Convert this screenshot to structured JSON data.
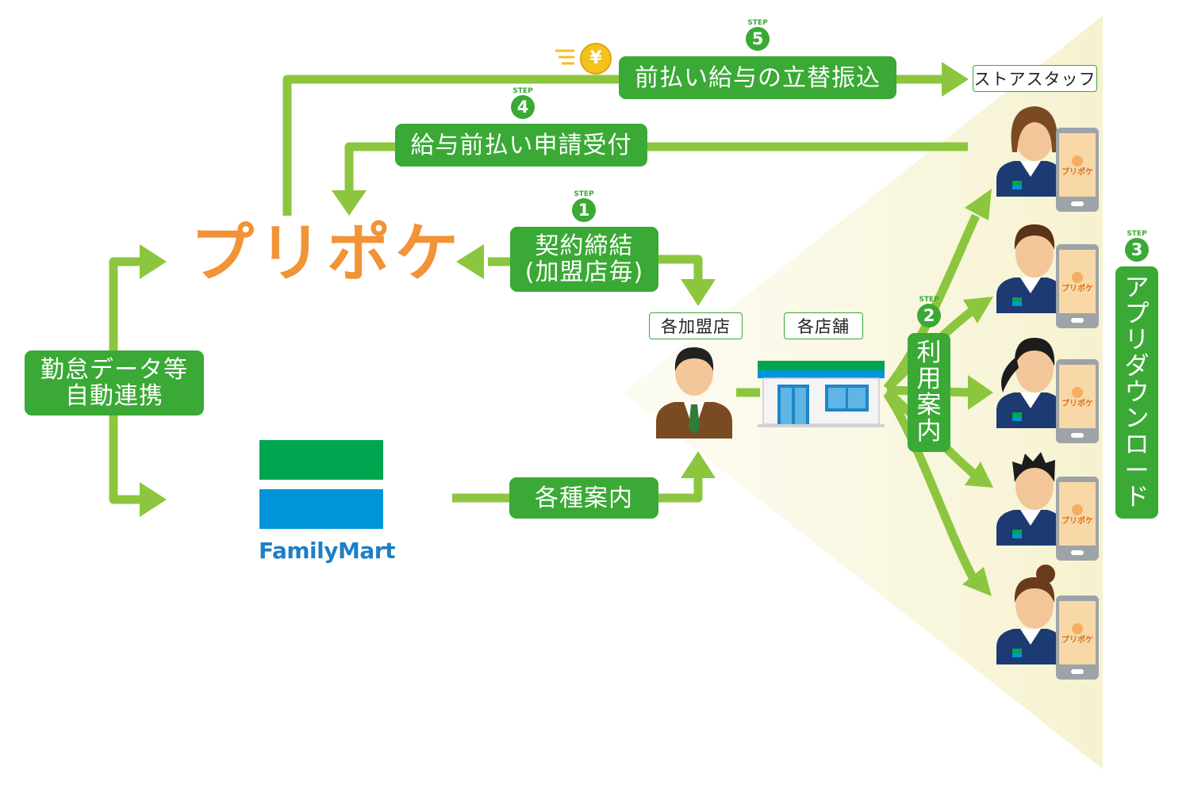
{
  "steps": {
    "prefix": "STEP",
    "s1": "1",
    "s2": "2",
    "s3": "3",
    "s4": "4",
    "s5": "5"
  },
  "boxes": {
    "advance_transfer": "前払い給与の立替振込",
    "application_receipt": "給与前払い申請受付",
    "contract": "契約締結\n(加盟店毎)",
    "data_link": "勤怠データ等\n自動連携",
    "guidance": "各種案内",
    "usage_guide": [
      "利",
      "用",
      "案",
      "内"
    ],
    "app_download": [
      "ア",
      "プ",
      "リ",
      "ダ",
      "ウ",
      "ン",
      "ロ",
      "ー",
      "ド"
    ]
  },
  "labels": {
    "store_staff": "ストアスタッフ",
    "franchisee": "各加盟店",
    "each_store": "各店舗"
  },
  "logos": {
    "pripoke": "プリポケ",
    "familymart": "FamilyMart",
    "app_screen": "プリポケ"
  },
  "coin_symbol": "¥",
  "colors": {
    "green_box": "#3aa935",
    "arrow": "#8cc63f",
    "pripoke_orange": "#f29336",
    "fm_green": "#00a54f",
    "fm_blue": "#0095d9",
    "fan": "#f8f5d9"
  },
  "icons": [
    "yen-coin-icon",
    "person-icon",
    "store-icon",
    "smartphone-icon"
  ]
}
